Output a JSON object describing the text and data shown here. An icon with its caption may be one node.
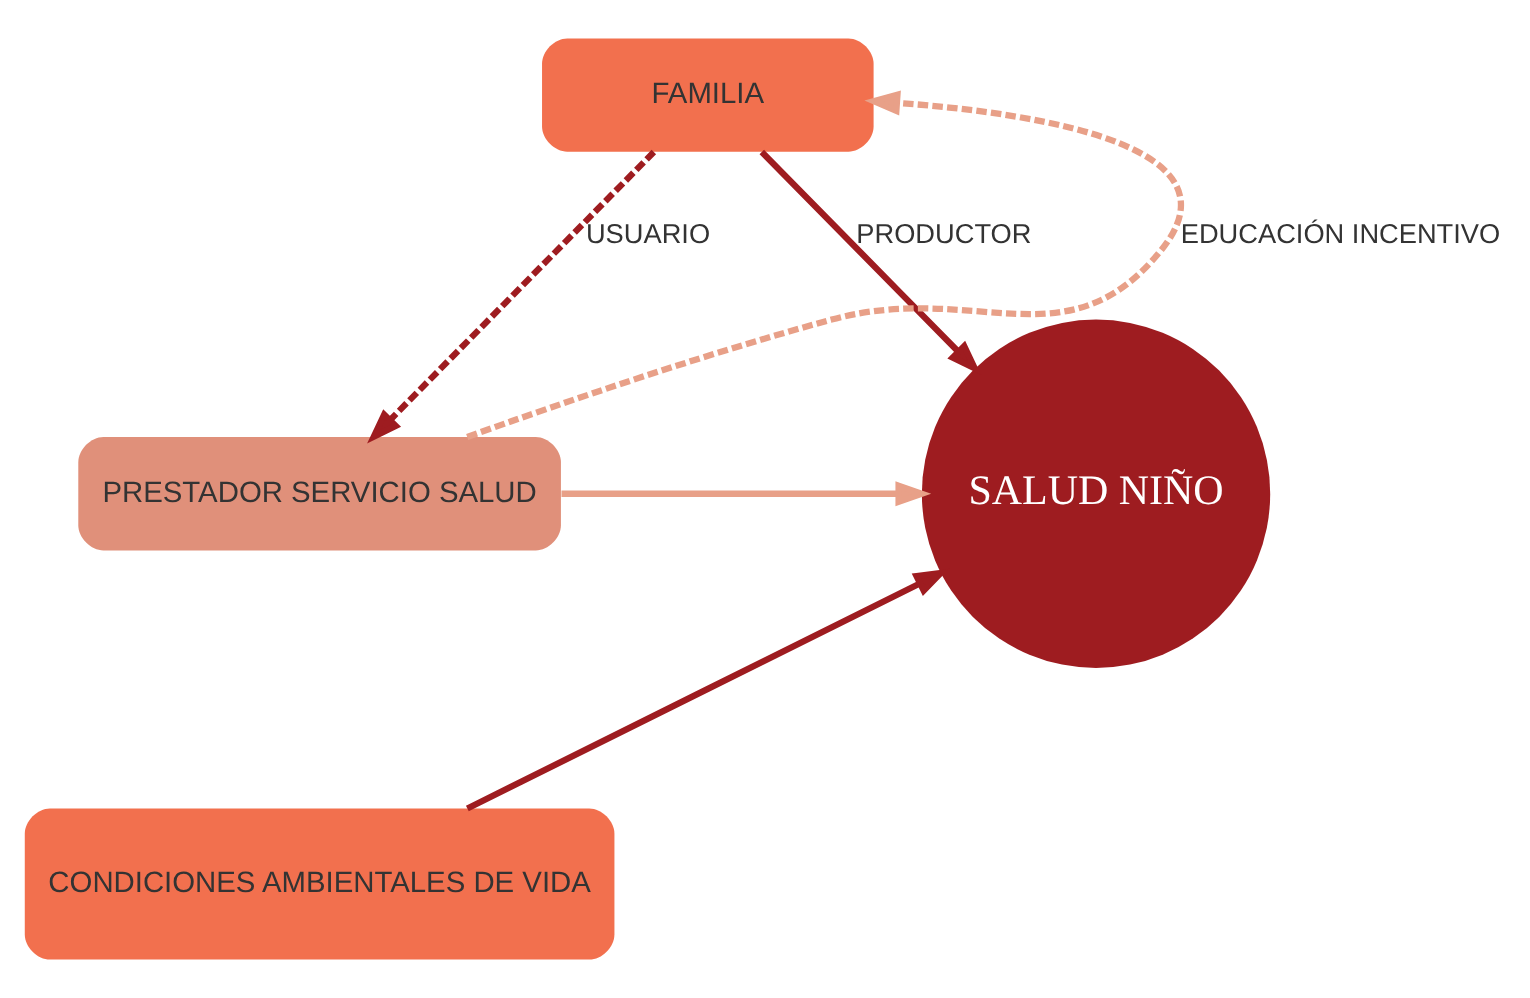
{
  "diagram": {
    "nodes": [
      {
        "text": [
          "FAMILIA"
        ]
      },
      {
        "text": [
          "PRESTADOR SERVICIO SALUD"
        ]
      },
      {
        "text": [
          "SALUD NIÑO"
        ]
      },
      {
        "text": [
          "CONDICIONES AMBIENTALES DE VIDA"
        ]
      }
    ],
    "edges": [
      {
        "from": 1,
        "to": 0,
        "arrow": "to",
        "style": "dashed",
        "color": "#e8a088",
        "label": "EDUCACIÓN INCENTIVO"
      },
      {
        "from": 0,
        "to": 1,
        "arrow": "to",
        "style": "dashed",
        "label": "USUARIO"
      },
      {
        "from": 0,
        "to": 2,
        "arrow": "to",
        "label": "PRODUCTOR"
      },
      {
        "from": 1,
        "to": 2,
        "arrow": "to",
        "color": "#e8a088"
      },
      {
        "from": 3,
        "to": 2,
        "arrow": "to"
      }
    ]
  }
}
